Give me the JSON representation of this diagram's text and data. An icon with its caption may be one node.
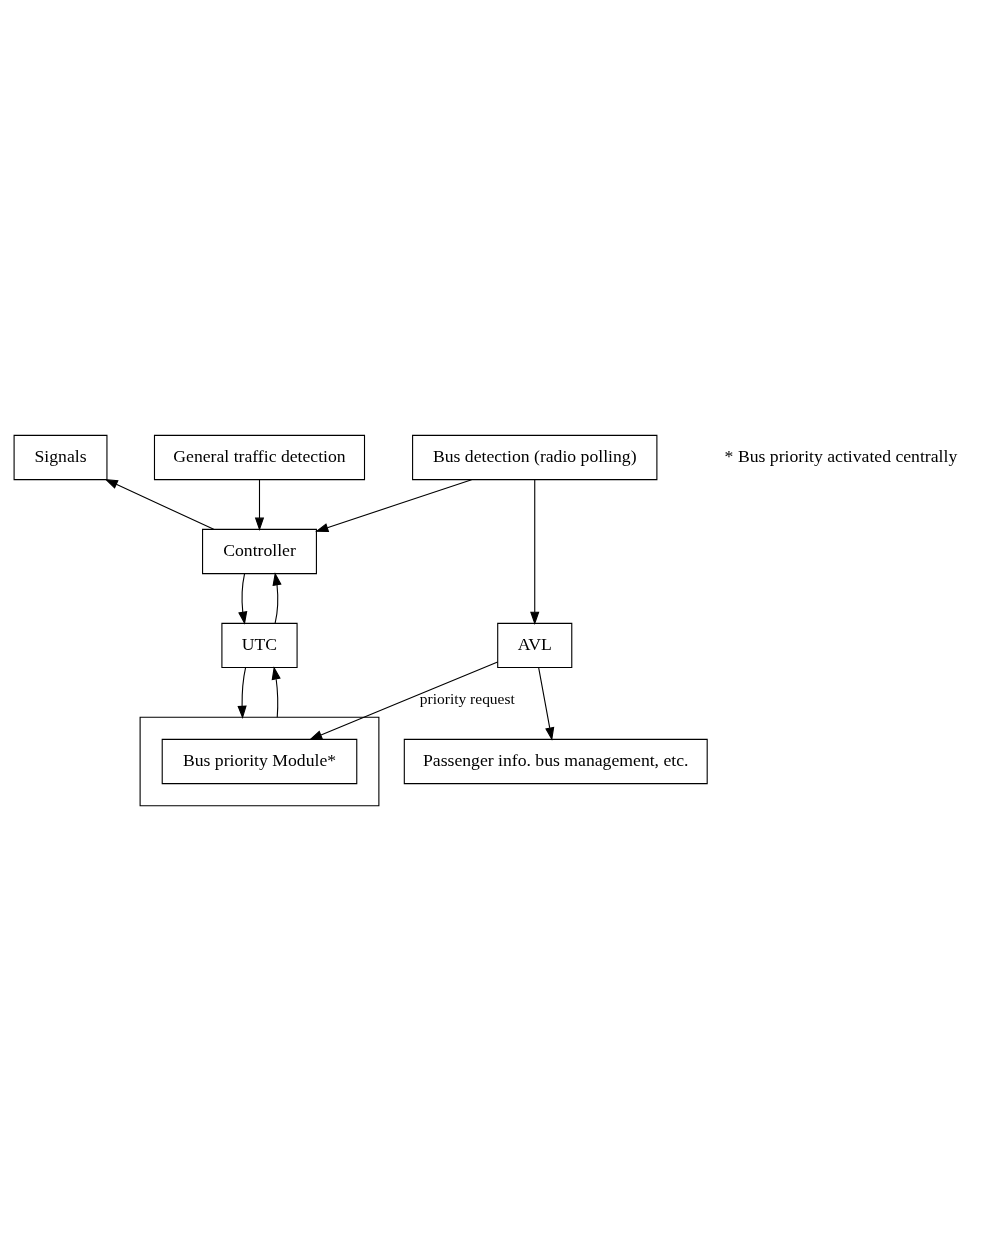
{
  "diagram": {
    "nodes": [
      {
        "text": [
          "Signals"
        ]
      },
      {
        "text": [
          "General traffic detection"
        ]
      },
      {
        "text": [
          "Controller"
        ]
      },
      {
        "text": [
          "Bus detection (radio polling)"
        ]
      },
      {
        "text": [
          "UTC"
        ]
      },
      {
        "text": [
          "AVL"
        ]
      },
      {
        "text": [],
        "shape": "box"
      },
      {
        "text": [
          "Bus priority Module*"
        ],
        "in": 6
      },
      {
        "text": [
          "Passenger info. bus management, etc."
        ]
      }
    ],
    "edges": [
      {
        "from": 2,
        "to": 0,
        "arrow": "to"
      },
      {
        "from": 1,
        "to": 2,
        "arrow": "to"
      },
      {
        "from": 3,
        "to": 2,
        "arrow": "to"
      },
      {
        "from": 2,
        "to": 4,
        "arrow": "to"
      },
      {
        "from": 4,
        "to": 2,
        "arrow": "to"
      },
      {
        "from": 4,
        "to": 6,
        "arrow": "to"
      },
      {
        "from": 6,
        "to": 4,
        "arrow": "to"
      },
      {
        "from": 3,
        "to": 5,
        "arrow": "to"
      },
      {
        "from": 5,
        "to": 7,
        "arrow": "to",
        "label": "priority request"
      },
      {
        "from": 5,
        "to": 8,
        "arrow": "to"
      }
    ],
    "labels": [
      "* Bus priority activated centrally"
    ]
  }
}
